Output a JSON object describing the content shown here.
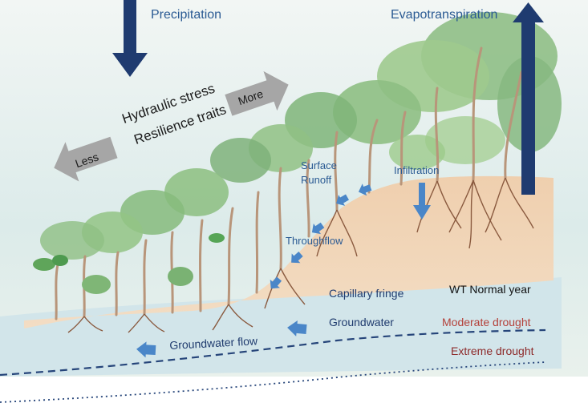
{
  "labels": {
    "precipitation": "Precipitation",
    "evapotranspiration": "Evapotranspiration",
    "hydraulic_stress": "Hydraulic stress",
    "resilience_traits": "Resilience traits",
    "more": "More",
    "less": "Less",
    "surface_runoff_1": "Surface",
    "surface_runoff_2": "Runoff",
    "infiltration": "Infiltration",
    "throughflow": "Throughflow",
    "capillary_fringe": "Capillary fringe",
    "wt_normal_year": "WT Normal year",
    "groundwater": "Groundwater",
    "moderate_drought": "Moderate drought",
    "groundwater_flow": "Groundwater flow",
    "extreme_drought": "Extreme drought"
  },
  "colors": {
    "flux_arrow": "#1f3b70",
    "flow_arrow": "#4a86c8",
    "gradient_arrow": "#a6a6a6",
    "soil": "#e8c9a8",
    "water": "#c7e0ea",
    "moderate_line": "#26457a",
    "extreme_line": "#26457a"
  },
  "icons": {
    "precip_arrow": "arrow-down-icon",
    "evap_arrow": "arrow-up-icon",
    "more_arrow": "arrow-right-icon",
    "less_arrow": "arrow-left-icon"
  }
}
